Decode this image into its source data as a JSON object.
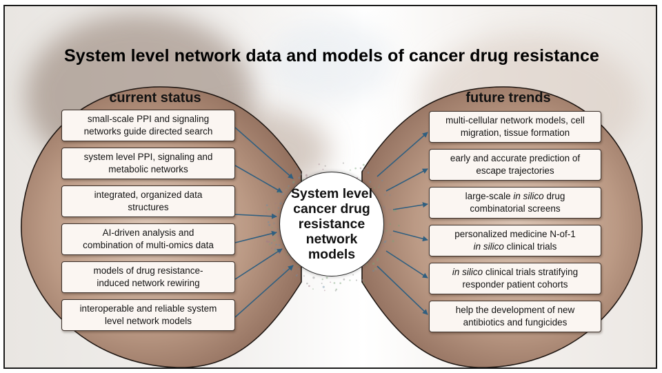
{
  "title": "System level network data and models of cancer drug resistance",
  "center": {
    "label": "System level\ncancer drug\nresistance\nnetwork\nmodels"
  },
  "left_panel": {
    "title": "current status",
    "items": [
      "small-scale PPI and signaling\nnetworks guide directed search",
      "system level PPI, signaling and\nmetabolic networks",
      "integrated, organized data\nstructures",
      "AI-driven analysis and\ncombination of multi-omics data",
      "models of drug resistance-\ninduced network rewiring",
      "interoperable and reliable system\nlevel network models"
    ]
  },
  "right_panel": {
    "title": "future trends",
    "items": [
      "multi-cellular network models, cell\nmigration, tissue formation",
      "early and accurate prediction of\nescape trajectories",
      "large-scale in silico drug\ncombinatorial screens",
      "personalized medicine N-of-1\nin silico clinical trials",
      "in silico clinical trials stratifying\nresponder patient cohorts",
      "help the development of new\nantibiotics and fungicides"
    ]
  },
  "colors": {
    "panel_fill": "#a98470",
    "arrow": "#2f5f80",
    "box_fill": "#fbf6f2"
  }
}
